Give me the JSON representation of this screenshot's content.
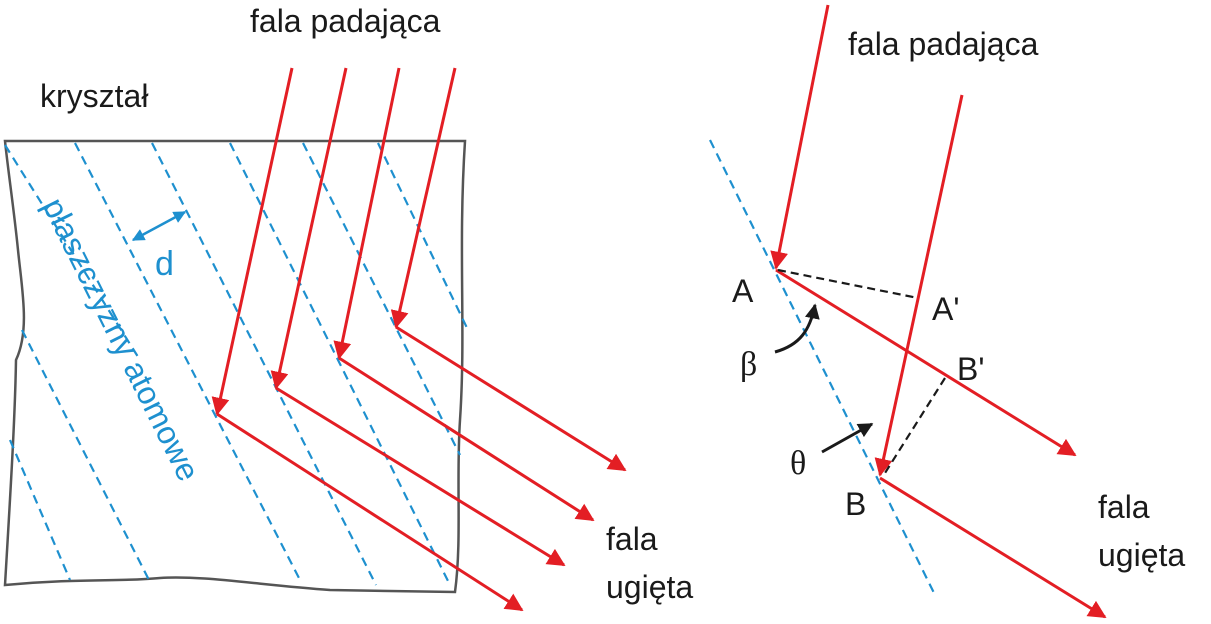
{
  "colors": {
    "wave": "#e31e24",
    "planes": "#1e90cf",
    "outline": "#555555",
    "dashed_black": "#1a1a1a",
    "text": "#1a1a1a"
  },
  "left": {
    "crystal_label": "kryształ",
    "incident_label": "fala padająca",
    "planes_label": "płaszczyzny atomowe",
    "spacing_label": "d",
    "diffracted_label_1": "fala",
    "diffracted_label_2": "ugięta"
  },
  "right": {
    "incident_label": "fala padająca",
    "diffracted_label_1": "fala",
    "diffracted_label_2": "ugięta",
    "point_a": "A",
    "point_a_prime": "A'",
    "point_b": "B",
    "point_b_prime": "B'",
    "angle_beta": "β",
    "angle_theta": "θ"
  }
}
